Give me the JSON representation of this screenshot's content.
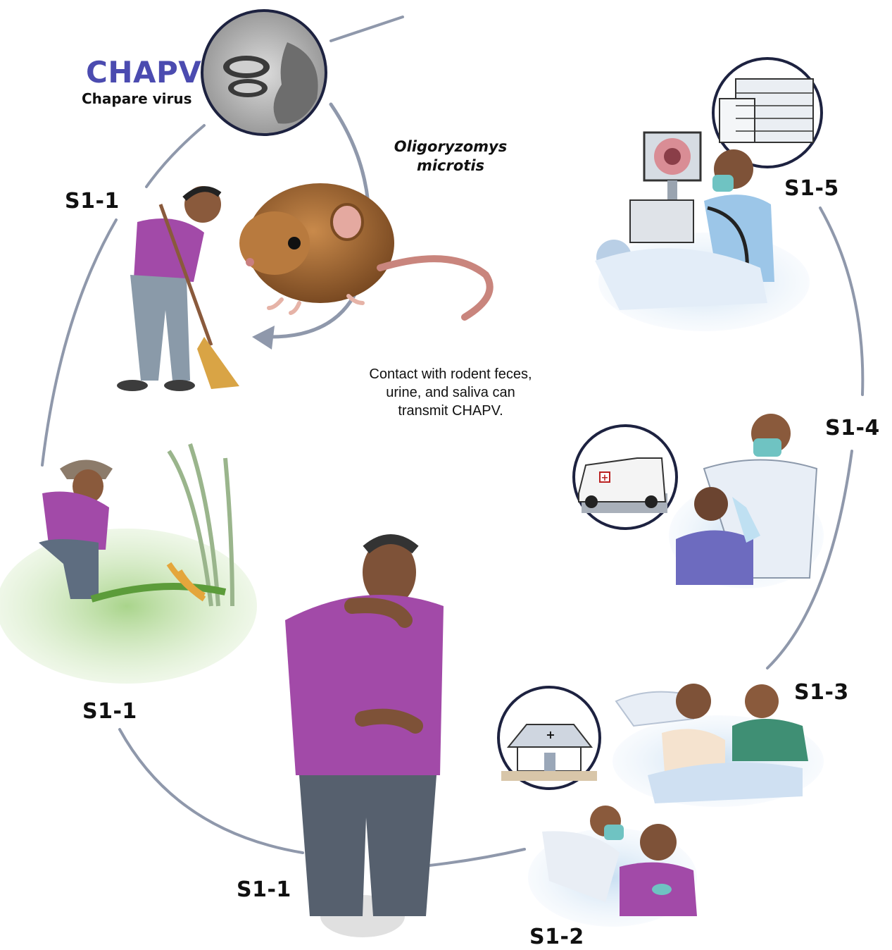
{
  "virus": {
    "abbrev": "CHAPV",
    "name": "Chapare virus"
  },
  "rodent": {
    "species_line1": "Oligoryzomys",
    "species_line2": "microtis"
  },
  "transmission_note": "Contact with rodent feces, urine, and saliva can transmit CHAPV.",
  "stages": [
    {
      "id": "sweeping",
      "label": "S1-1"
    },
    {
      "id": "harvesting",
      "label": "S1-1"
    },
    {
      "id": "ill-patient",
      "label": "S1-1"
    },
    {
      "id": "clinic-exam",
      "label": "S1-2"
    },
    {
      "id": "hospital-bed",
      "label": "S1-3"
    },
    {
      "id": "ambulance-transfer",
      "label": "S1-4"
    },
    {
      "id": "endoscopy",
      "label": "S1-5"
    }
  ],
  "colors": {
    "accent": "#4b4bb0",
    "cycle_line": "#8f98ab",
    "shirt": "#a24aa8",
    "scrubs": "#9cc6e8",
    "grass": "#9bc77a"
  }
}
